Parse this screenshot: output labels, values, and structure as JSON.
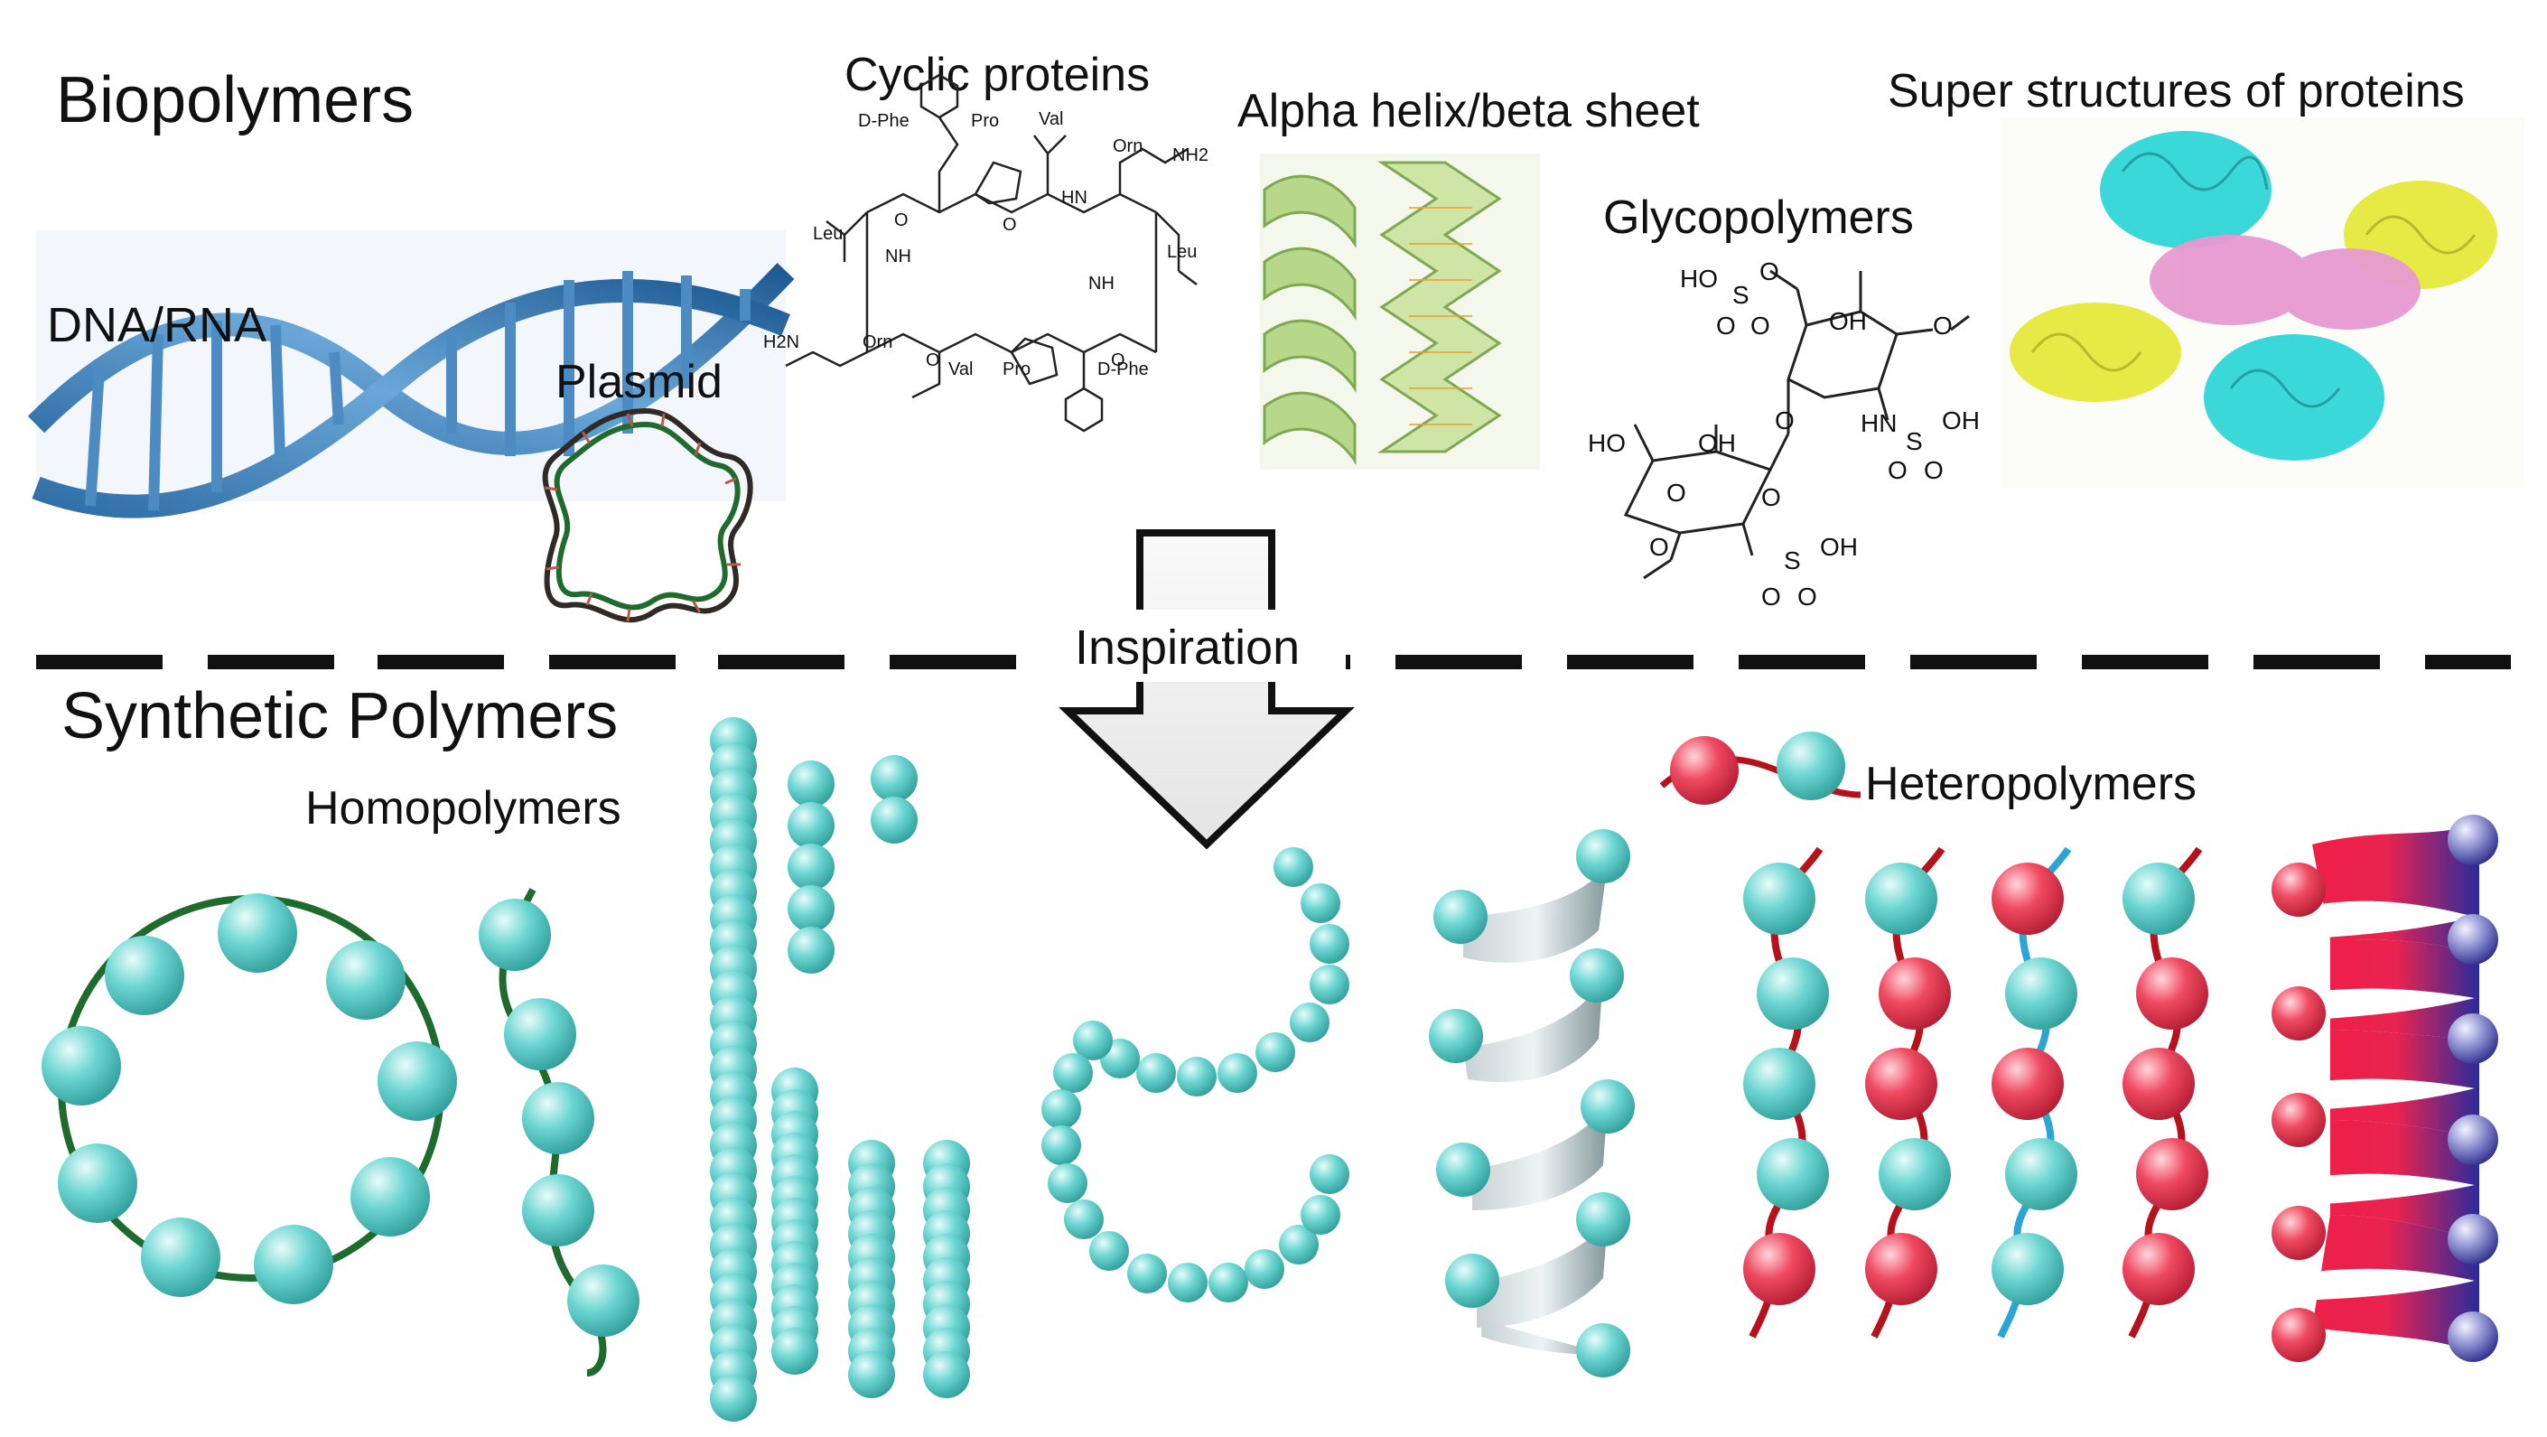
{
  "sections": {
    "top_title": "Biopolymers",
    "bottom_title": "Synthetic Polymers",
    "arrow_label": "Inspiration"
  },
  "biopolymers": {
    "dna": "DNA/RNA",
    "plasmid": "Plasmid",
    "cyclic": "Cyclic proteins",
    "helix": "Alpha helix/beta sheet",
    "glyco": "Glycopolymers",
    "super": "Super structures of proteins"
  },
  "synthetic": {
    "homo": "Homopolymers",
    "hetero": "Heteropolymers"
  },
  "cyclic_labels": [
    "D-Phe",
    "Pro",
    "Val",
    "Orn",
    "NH2",
    "Leu",
    "NH",
    "H2N",
    "Orn",
    "Val",
    "Pro",
    "D-Phe",
    "Leu",
    "NH",
    "HN",
    "O",
    "O",
    "O",
    "O"
  ],
  "glyco_labels": [
    "HO",
    "S",
    "O",
    "O",
    "O",
    "OH",
    "O",
    "HN",
    "S",
    "OH",
    "O",
    "O",
    "HO",
    "OH",
    "O",
    "O",
    "O",
    "O",
    "S",
    "OH",
    "O",
    "O"
  ],
  "colors": {
    "teal": "#5ccfcb",
    "red": "#e8364f",
    "green": "#1f6b2e",
    "dark_red": "#b5121b",
    "blue": "#2aa5d6",
    "navy": "#2b2a9a"
  }
}
